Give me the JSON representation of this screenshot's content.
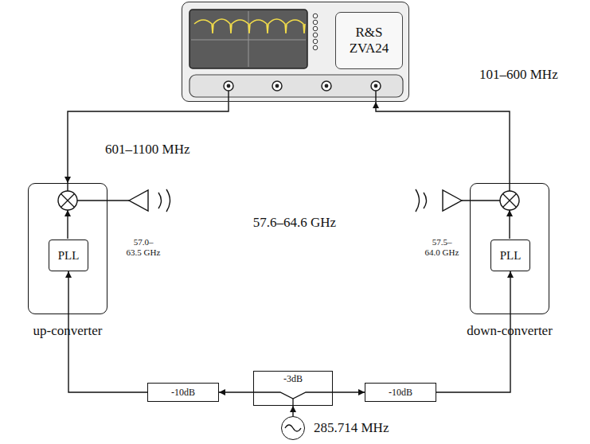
{
  "diagram": {
    "nodes": [
      {
        "text": [
          "R&S ZVA24"
        ]
      },
      {
        "text": [
          "up-converter"
        ]
      },
      {
        "text": [
          "PLL"
        ],
        "in": 1
      },
      {
        "text": [
          "down-converter"
        ]
      },
      {
        "text": [
          "PLL"
        ],
        "in": 3
      },
      {
        "text": [
          "-10dB"
        ]
      },
      {
        "text": [
          "-3dB"
        ]
      },
      {
        "text": [
          "-10dB"
        ]
      },
      {
        "text": [
          "285.714 MHz"
        ]
      }
    ],
    "edges": [
      {
        "from": 0,
        "to": 1,
        "arrow": "to",
        "label": "601–1100 MHz"
      },
      {
        "from": 3,
        "to": 0,
        "arrow": "to",
        "label": "101–600 MHz"
      },
      {
        "from": 8,
        "to": 6,
        "arrow": "to"
      },
      {
        "from": 6,
        "to": 5,
        "arrow": "to"
      },
      {
        "from": 6,
        "to": 7,
        "arrow": "to"
      },
      {
        "from": 5,
        "to": 2,
        "arrow": "to"
      },
      {
        "from": 7,
        "to": 4,
        "arrow": "to"
      }
    ],
    "labels": [
      "57.6–64.6 GHz",
      "57.0– 63.5 GHz",
      "57.5– 64.0 GHz"
    ]
  }
}
